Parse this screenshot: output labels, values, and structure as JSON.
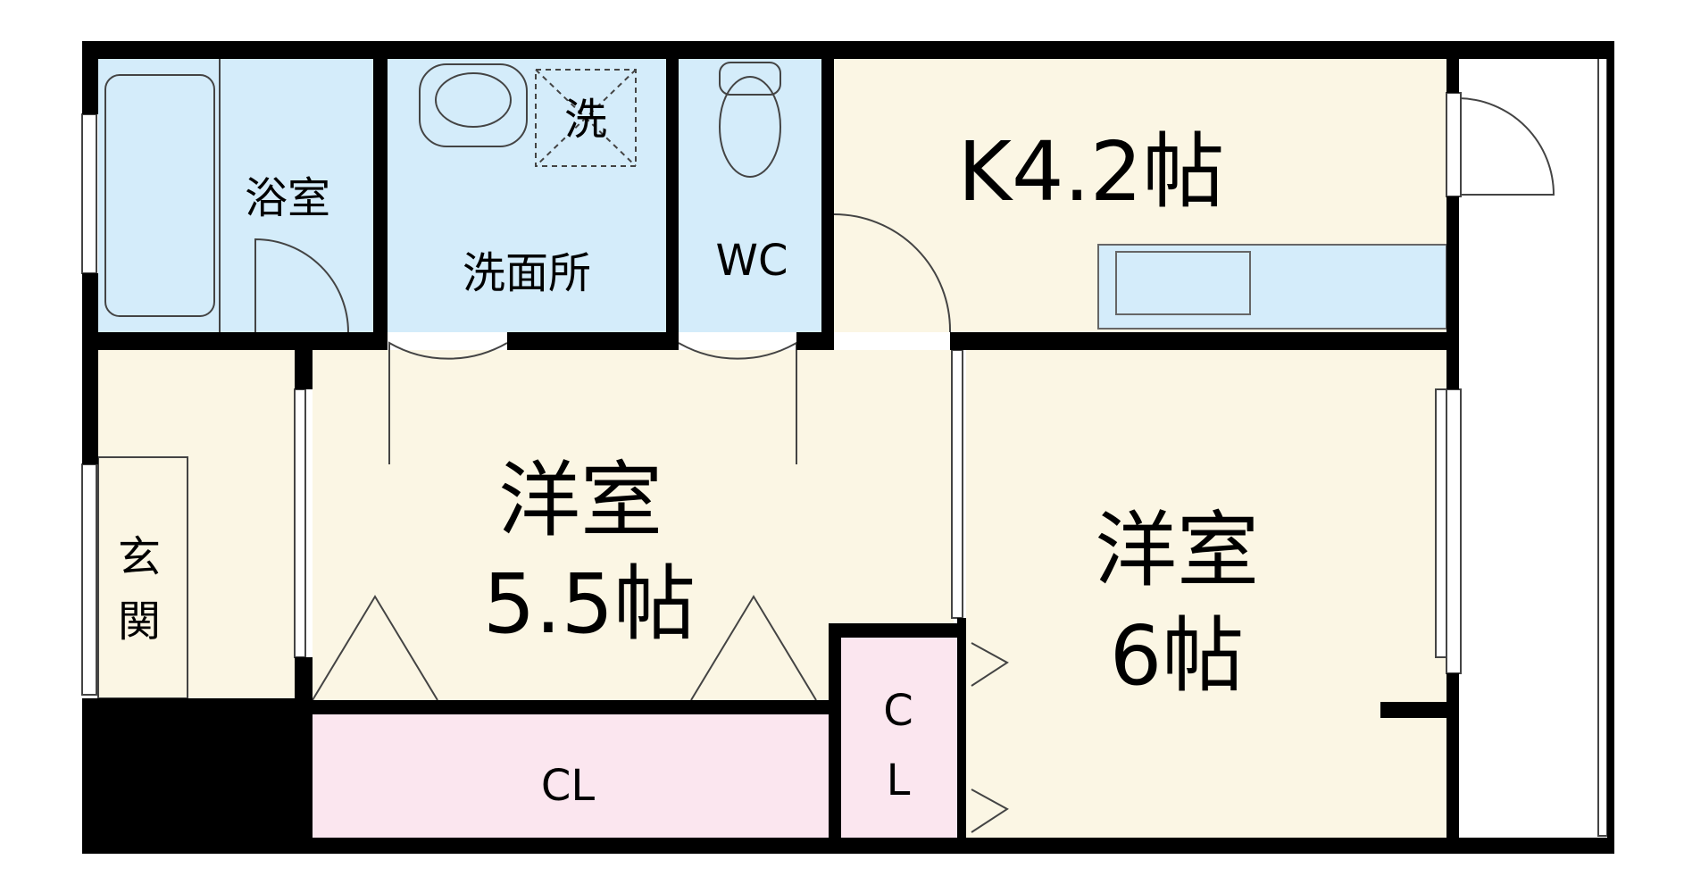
{
  "rooms": {
    "bath": "浴室",
    "washroom": "洗面所",
    "washer": "洗",
    "wc": "WC",
    "kitchen": "K4.2帖",
    "entrance_1": "玄",
    "entrance_2": "関",
    "western_left_name": "洋室",
    "western_left_size": "5.5帖",
    "western_right_name": "洋室",
    "western_right_size": "6帖",
    "closet_left": "CL",
    "closet_center_1": "C",
    "closet_center_2": "L"
  },
  "colors": {
    "wet_area": "#d4ecfa",
    "dry_room": "#fbf6e4",
    "closet": "#fbe6ef",
    "wall": "#000000"
  }
}
